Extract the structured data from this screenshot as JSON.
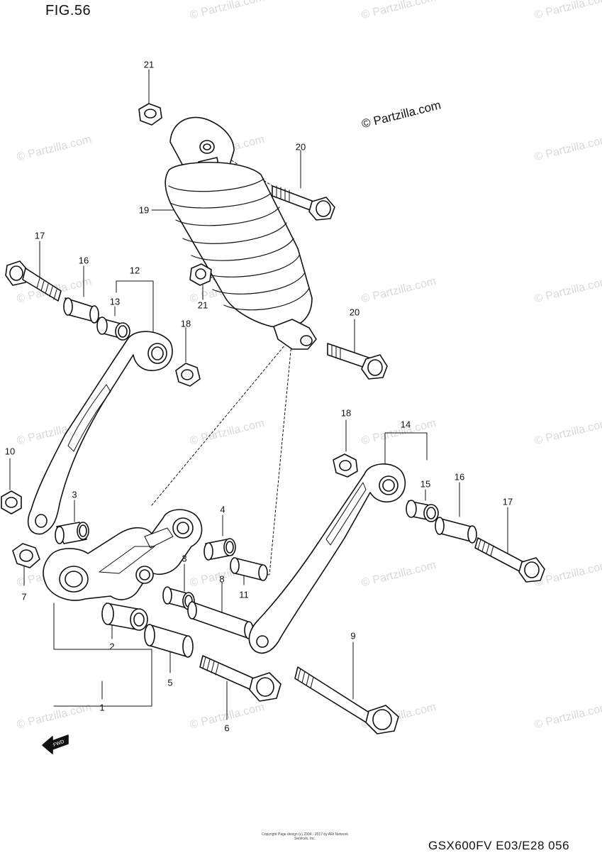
{
  "figure": {
    "title": "FIG.56",
    "brand_label": "© Partzilla.com",
    "watermark_text": "© Partzilla.com",
    "footer_code": "GSX600FV  E03/E28  056",
    "copyright_small": "Copyright\nPage design (c) 2004 - 2017 by ARI Network Services, Inc."
  },
  "callouts": [
    {
      "id": "c21a",
      "label": "21"
    },
    {
      "id": "c20a",
      "label": "20"
    },
    {
      "id": "c19",
      "label": "19"
    },
    {
      "id": "c17a",
      "label": "17"
    },
    {
      "id": "c16a",
      "label": "16"
    },
    {
      "id": "c12",
      "label": "12"
    },
    {
      "id": "c13",
      "label": "13"
    },
    {
      "id": "c21b",
      "label": "21"
    },
    {
      "id": "c18a",
      "label": "18"
    },
    {
      "id": "c20b",
      "label": "20"
    },
    {
      "id": "c10",
      "label": "10"
    },
    {
      "id": "c3a",
      "label": "3"
    },
    {
      "id": "c4",
      "label": "4"
    },
    {
      "id": "c18b",
      "label": "18"
    },
    {
      "id": "c14",
      "label": "14"
    },
    {
      "id": "c15",
      "label": "15"
    },
    {
      "id": "c16b",
      "label": "16"
    },
    {
      "id": "c17b",
      "label": "17"
    },
    {
      "id": "c7",
      "label": "7"
    },
    {
      "id": "c3b",
      "label": "3"
    },
    {
      "id": "c8",
      "label": "8"
    },
    {
      "id": "c11",
      "label": "11"
    },
    {
      "id": "c2",
      "label": "2"
    },
    {
      "id": "c5",
      "label": "5"
    },
    {
      "id": "c9",
      "label": "9"
    },
    {
      "id": "c1",
      "label": "1"
    },
    {
      "id": "c6",
      "label": "6"
    }
  ],
  "front_arrow": {
    "label": "FWD",
    "icon": "front-direction-arrow-icon"
  }
}
